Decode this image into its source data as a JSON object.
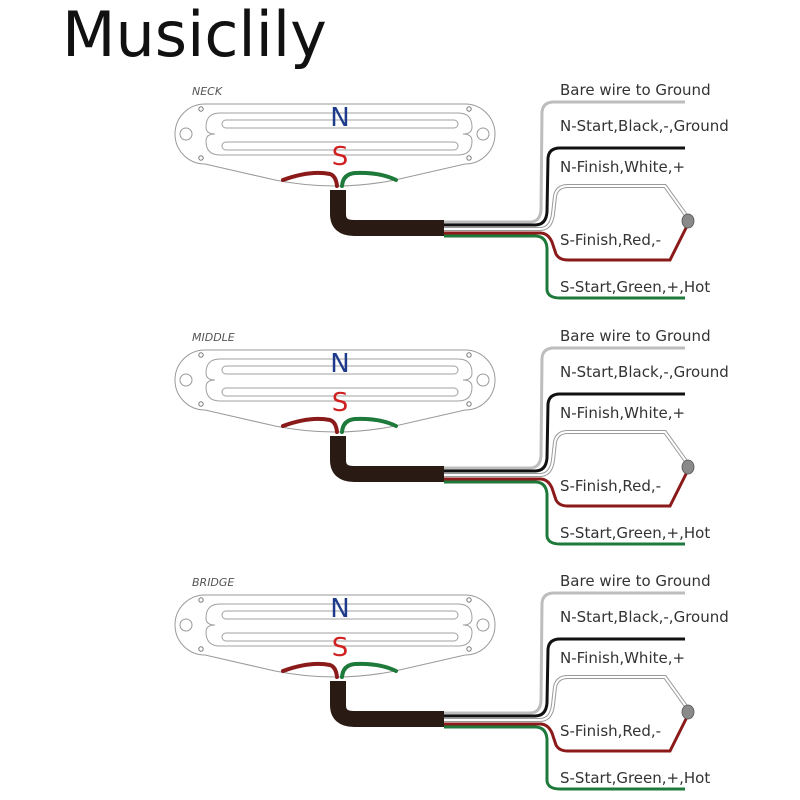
{
  "brand": "Musiclily",
  "colors": {
    "north": "#1e3a8a",
    "south": "#d02020",
    "bare": "#bdbdbd",
    "black": "#111111",
    "white_outline": "#9a9a9a",
    "red": "#8b1a1a",
    "green": "#1e7a3a",
    "cable": "#2a1a14",
    "solder": "#8a8a8a"
  },
  "pickups": [
    {
      "position": "NECK",
      "pole_top": "N",
      "pole_bottom": "S",
      "wires": [
        {
          "label": "Bare wire to Ground",
          "color": "bare"
        },
        {
          "label": "N-Start,Black,-,Ground",
          "color": "black"
        },
        {
          "label": "N-Finish,White,+",
          "color": "white"
        },
        {
          "label": "S-Finish,Red,-",
          "color": "red"
        },
        {
          "label": "S-Start,Green,+,Hot",
          "color": "green"
        }
      ]
    },
    {
      "position": "MIDDLE",
      "pole_top": "N",
      "pole_bottom": "S",
      "wires": [
        {
          "label": "Bare wire to Ground",
          "color": "bare"
        },
        {
          "label": "N-Start,Black,-,Ground",
          "color": "black"
        },
        {
          "label": "N-Finish,White,+",
          "color": "white"
        },
        {
          "label": "S-Finish,Red,-",
          "color": "red"
        },
        {
          "label": "S-Start,Green,+,Hot",
          "color": "green"
        }
      ]
    },
    {
      "position": "BRIDGE",
      "pole_top": "N",
      "pole_bottom": "S",
      "wires": [
        {
          "label": "Bare wire to Ground",
          "color": "bare"
        },
        {
          "label": "N-Start,Black,-,Ground",
          "color": "black"
        },
        {
          "label": "N-Finish,White,+",
          "color": "white"
        },
        {
          "label": "S-Finish,Red,-",
          "color": "red"
        },
        {
          "label": "S-Start,Green,+,Hot",
          "color": "green"
        }
      ]
    }
  ]
}
